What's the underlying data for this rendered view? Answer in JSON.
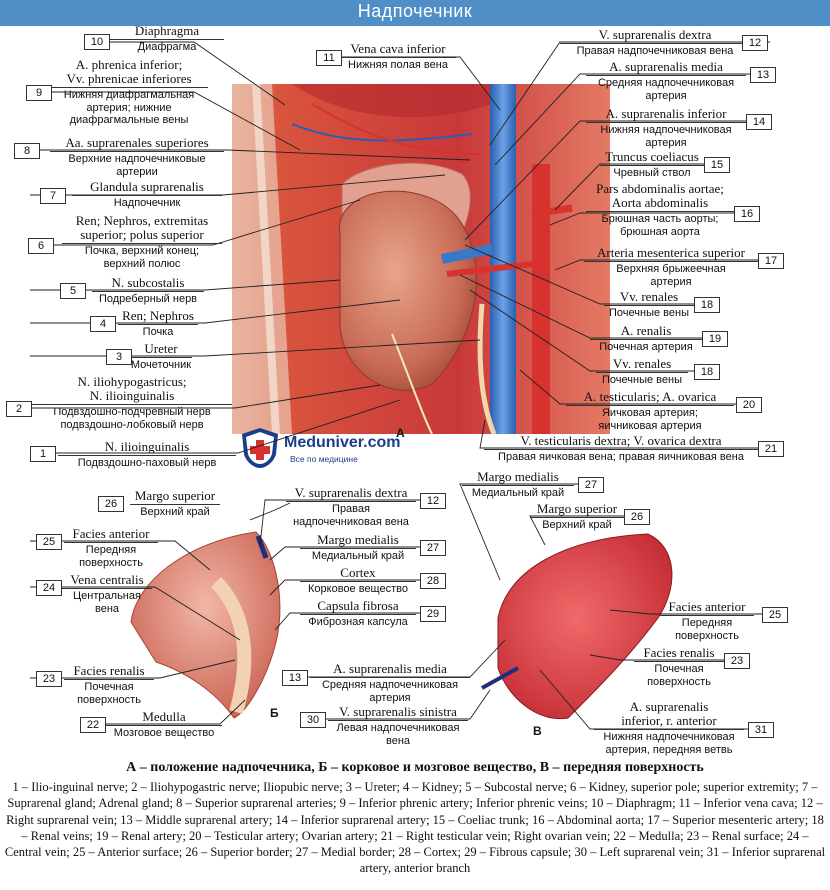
{
  "title": "Надпочечник",
  "logo": {
    "brand": "Meduniver.com",
    "tagline": "Все по медицине"
  },
  "letters": {
    "a": "А",
    "b": "Б",
    "v": "В"
  },
  "caption": "А – положение надпочечника, Б – корковое и мозговое вещество, В – передняя поверхность",
  "legend": "1 – Ilio-inguinal nerve; 2 – Iliohypogastric nerve; Iliopubic nerve; 3 – Ureter; 4 – Kidney; 5 – Subcostal nerve; 6 – Kidney, superior pole; superior extremity; 7 – Suprarenal gland; Adrenal gland; 8 – Superior suprarenal arteries; 9 – Inferior phrenic artery; Inferior phrenic veins; 10 – Diaphragm; 11 – Inferior vena cava; 12 – Right suprarenal vein; 13 – Middle suprarenal artery; 14 – Inferior suprarenal artery; 15 – Coeliac trunk; 16 – Abdominal aorta; 17 – Superior mesenteric artery; 18 – Renal veins; 19 – Renal artery; 20 – Testicular artery; Ovarian artery; 21 – Right testicular vein; Right ovarian vein; 22 – Medulla; 23 – Renal surface; 24 – Central vein; 25 – Anterior surface; 26 – Superior border; 27 – Medial border; 28 – Cortex; 29 – Fibrous capsule; 30 – Left suprarenal vein; 31 – Inferior suprarenal artery, anterior branch",
  "labels": {
    "l10": {
      "num": "10",
      "la": [
        "Diaphragma"
      ],
      "ru": [
        "Диафрагма"
      ]
    },
    "l9": {
      "num": "9",
      "la": [
        "A. phrenica inferior;",
        "Vv. phrenicae inferiores"
      ],
      "ru": [
        "Нижняя диафрагмальная",
        "артерия; нижние",
        "диафрагмальные вены"
      ]
    },
    "l8": {
      "num": "8",
      "la": [
        "Aa. suprarenales superiores"
      ],
      "ru": [
        "Верхние надпочечниковые",
        "артерии"
      ]
    },
    "l7": {
      "num": "7",
      "la": [
        "Glandula suprarenalis"
      ],
      "ru": [
        "Надпочечник"
      ]
    },
    "l6": {
      "num": "6",
      "la": [
        "Ren; Nephros, extremitas",
        "superior; polus superior"
      ],
      "ru": [
        "Почка, верхний конец;",
        "верхний полюс"
      ]
    },
    "l5": {
      "num": "5",
      "la": [
        "N. subcostalis"
      ],
      "ru": [
        "Подреберный нерв"
      ]
    },
    "l4": {
      "num": "4",
      "la": [
        "Ren; Nephros"
      ],
      "ru": [
        "Почка"
      ]
    },
    "l3": {
      "num": "3",
      "la": [
        "Ureter"
      ],
      "ru": [
        "Мочеточник"
      ]
    },
    "l2": {
      "num": "2",
      "la": [
        "N. iliohypogastricus;",
        "N. ilioinguinalis"
      ],
      "ru": [
        "Подвздошно-подчревный нерв",
        "подвздошно-лобковый нерв"
      ]
    },
    "l1": {
      "num": "1",
      "la": [
        "N. ilioinguinalis"
      ],
      "ru": [
        "Подвздошно-паховый нерв"
      ]
    },
    "l11": {
      "num": "11",
      "la": [
        "Vena cava inferior"
      ],
      "ru": [
        "Нижняя полая вена"
      ]
    },
    "l12a": {
      "num": "12",
      "la": [
        "V. suprarenalis dextra"
      ],
      "ru": [
        "Правая надпочечниковая вена"
      ]
    },
    "l13a": {
      "num": "13",
      "la": [
        "A. suprarenalis media"
      ],
      "ru": [
        "Средняя надпочечниковая",
        "артерия"
      ]
    },
    "l14": {
      "num": "14",
      "la": [
        "A. suprarenalis inferior"
      ],
      "ru": [
        "Нижняя надпочечниковая",
        "артерия"
      ]
    },
    "l15": {
      "num": "15",
      "la": [
        "Truncus coeliacus"
      ],
      "ru": [
        "Чревный ствол"
      ]
    },
    "l16": {
      "num": "16",
      "la": [
        "Pars abdominalis aortae;",
        "Aorta abdominalis"
      ],
      "ru": [
        "Брюшная часть аорты;",
        "брюшная аорта"
      ]
    },
    "l17": {
      "num": "17",
      "la": [
        "Arteria mesenterica superior"
      ],
      "ru": [
        "Верхняя брыжеечная",
        "артерия"
      ]
    },
    "l18a": {
      "num": "18",
      "la": [
        "Vv. renales"
      ],
      "ru": [
        "Почечные вены"
      ]
    },
    "l19": {
      "num": "19",
      "la": [
        "A. renalis"
      ],
      "ru": [
        "Почечная артерия"
      ]
    },
    "l18b": {
      "num": "18",
      "la": [
        "Vv. renales"
      ],
      "ru": [
        "Почечные вены"
      ]
    },
    "l20": {
      "num": "20",
      "la": [
        "A. testicularis; A. ovarica"
      ],
      "ru": [
        "Яичковая артерия;",
        "яичниковая артерия"
      ]
    },
    "l21": {
      "num": "21",
      "la": [
        "V. testicularis dextra; V. ovarica dextra"
      ],
      "ru": [
        "Правая яичковая вена; правая яичниковая вена"
      ]
    },
    "l26a": {
      "num": "26",
      "la": [
        "Margo superior"
      ],
      "ru": [
        "Верхний край"
      ]
    },
    "l25a": {
      "num": "25",
      "la": [
        "Facies anterior"
      ],
      "ru": [
        "Передняя",
        "поверхность"
      ]
    },
    "l24": {
      "num": "24",
      "la": [
        "Vena centralis"
      ],
      "ru": [
        "Центральная",
        "вена"
      ]
    },
    "l23a": {
      "num": "23",
      "la": [
        "Facies renalis"
      ],
      "ru": [
        "Почечная",
        "поверхность"
      ]
    },
    "l22": {
      "num": "22",
      "la": [
        "Medulla"
      ],
      "ru": [
        "Мозговое вещество"
      ]
    },
    "l12b": {
      "num": "12",
      "la": [
        "V. suprarenalis dextra"
      ],
      "ru": [
        "Правая",
        "надпочечниковая вена"
      ]
    },
    "l27a": {
      "num": "27",
      "la": [
        "Margo medialis"
      ],
      "ru": [
        "Медиальный край"
      ]
    },
    "l28": {
      "num": "28",
      "la": [
        "Cortex"
      ],
      "ru": [
        "Корковое вещество"
      ]
    },
    "l29": {
      "num": "29",
      "la": [
        "Capsula fibrosa"
      ],
      "ru": [
        "Фиброзная капсула"
      ]
    },
    "l13b": {
      "num": "13",
      "la": [
        "A. suprarenalis media"
      ],
      "ru": [
        "Средняя надпочечниковая",
        "артерия"
      ]
    },
    "l30": {
      "num": "30",
      "la": [
        "V. suprarenalis sinistra"
      ],
      "ru": [
        "Левая надпочечниковая",
        "вена"
      ]
    },
    "l27b": {
      "num": "27",
      "la": [
        "Margo medialis"
      ],
      "ru": [
        "Медиальный край"
      ]
    },
    "l26b": {
      "num": "26",
      "la": [
        "Margo superior"
      ],
      "ru": [
        "Верхний край"
      ]
    },
    "l25b": {
      "num": "25",
      "la": [
        "Facies anterior"
      ],
      "ru": [
        "Передняя",
        "поверхность"
      ]
    },
    "l23b": {
      "num": "23",
      "la": [
        "Facies renalis"
      ],
      "ru": [
        "Почечная",
        "поверхность"
      ]
    },
    "l31": {
      "num": "31",
      "la": [
        "A. suprarenalis",
        "inferior, r. anterior"
      ],
      "ru": [
        "Нижняя надпочечниковая",
        "артерия, передняя ветвь"
      ]
    }
  },
  "colors": {
    "header": "#4f8fc6",
    "muscle": "#c8383a",
    "kidney": "#c86a55",
    "vein": "#3a78c8",
    "artery": "#d8322f",
    "gland": "#e2a090"
  }
}
